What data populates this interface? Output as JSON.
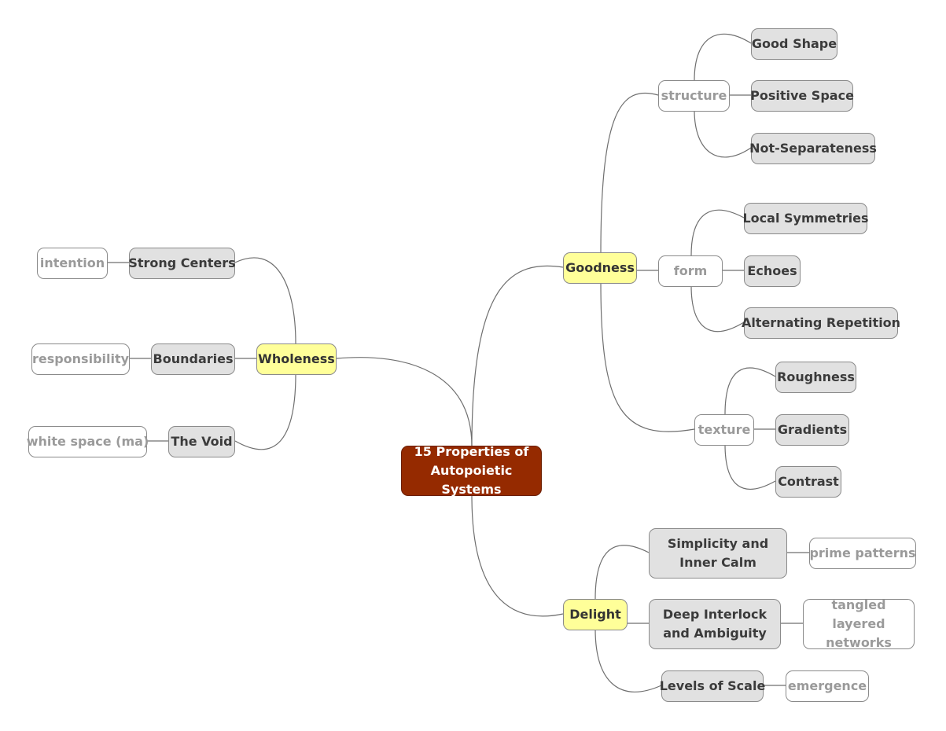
{
  "diagram": {
    "root": "15 Properties of Autopoietic Systems",
    "branches": {
      "wholeness": {
        "label": "Wholeness",
        "strong_centers": "Strong Centers",
        "intention": "intention",
        "boundaries": "Boundaries",
        "responsibility": "responsibility",
        "the_void": "The Void",
        "white_space": "white space (ma)"
      },
      "goodness": {
        "label": "Goodness",
        "structure": "structure",
        "good_shape": "Good Shape",
        "positive_space": "Positive Space",
        "not_separateness": "Not-Separateness",
        "form": "form",
        "local_symmetries": "Local Symmetries",
        "echoes": "Echoes",
        "alternating_repetition": "Alternating Repetition",
        "texture": "texture",
        "roughness": "Roughness",
        "gradients": "Gradients",
        "contrast": "Contrast"
      },
      "delight": {
        "label": "Delight",
        "simplicity": "Simplicity and Inner Calm",
        "prime_patterns": "prime patterns",
        "deep_interlock": "Deep Interlock and Ambiguity",
        "tangled": "tangled layered networks",
        "levels_of_scale": "Levels of Scale",
        "emergence": "emergence"
      }
    },
    "colors": {
      "root_fill": "#952a00",
      "main_fill": "#ffff99",
      "property_fill": "#e1e1e1",
      "note_fill": "#ffffff",
      "connector": "#6f6f6f"
    }
  }
}
